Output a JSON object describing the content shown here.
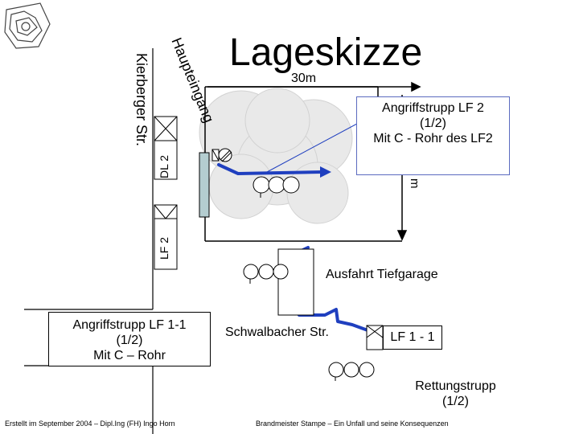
{
  "title": "Lageskizze",
  "scale_label": "30m",
  "street_kierberger": "Kierberger Str.",
  "haupteingang": "Haupteingang",
  "dl2_label": "DL 2",
  "lf2_label": "LF 2",
  "angriff_lf2": {
    "line1": "Angriffstrupp LF 2",
    "line2": "(1/2)",
    "line3": "Mit C - Rohr des LF2"
  },
  "angriff_lf11": {
    "line1": "Angriffstrupp LF 1-1",
    "line2": "(1/2)",
    "line3": "Mit C – Rohr"
  },
  "ausfahrt": "Ausfahrt Tiefgarage",
  "schwalbacher": "Schwalbacher  Str.",
  "lf11_label": "LF 1 - 1",
  "rettungstrupp": {
    "line1": "Rettungstrupp",
    "line2": "(1/2)"
  },
  "partial_m": "m",
  "footer_left": "Erstellt im September 2004 – Dipl.Ing (FH) Ingo Horn",
  "footer_right": "Brandmeister Stampe – Ein Unfall und seine Konsequenzen",
  "colors": {
    "hose": "#1f3fbf",
    "smoke": "#e6e6e6",
    "building_column": "#b4cdd0",
    "box_border": "#5b6bbf"
  },
  "icons": [
    "logo-crest",
    "vehicle-icon",
    "firefighter-icon",
    "fire-icon"
  ]
}
